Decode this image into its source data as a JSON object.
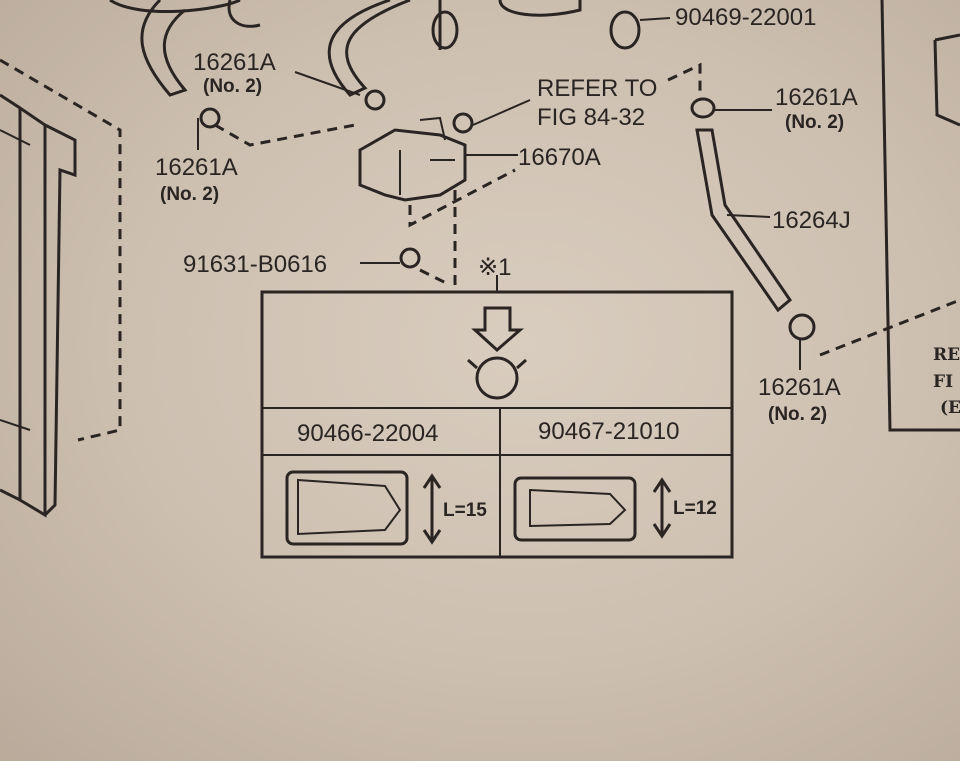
{
  "callouts": {
    "clamp_top": "90469-22001",
    "clamp_left_upper": {
      "part": "16261A",
      "note": "(No. 2)"
    },
    "clamp_left_lower": {
      "part": "16261A",
      "note": "(No. 2)"
    },
    "clamp_right_upper": {
      "part": "16261A",
      "note": "(No. 2)"
    },
    "clamp_right_lower": {
      "part": "16261A",
      "note": "(No. 2)"
    },
    "refer_line1": "REFER TO",
    "refer_line2": "FIG 84-32",
    "valve": "16670A",
    "hose": "16264J",
    "bolt": "91631-B0616",
    "note_mark": "※1"
  },
  "detail_table": {
    "col1_part": "90466-22004",
    "col2_part": "90467-21010",
    "col1_length": "L=15",
    "col2_length": "L=12"
  },
  "right_panel": {
    "line1": "RE",
    "line2": "FI",
    "line3": "(E"
  }
}
